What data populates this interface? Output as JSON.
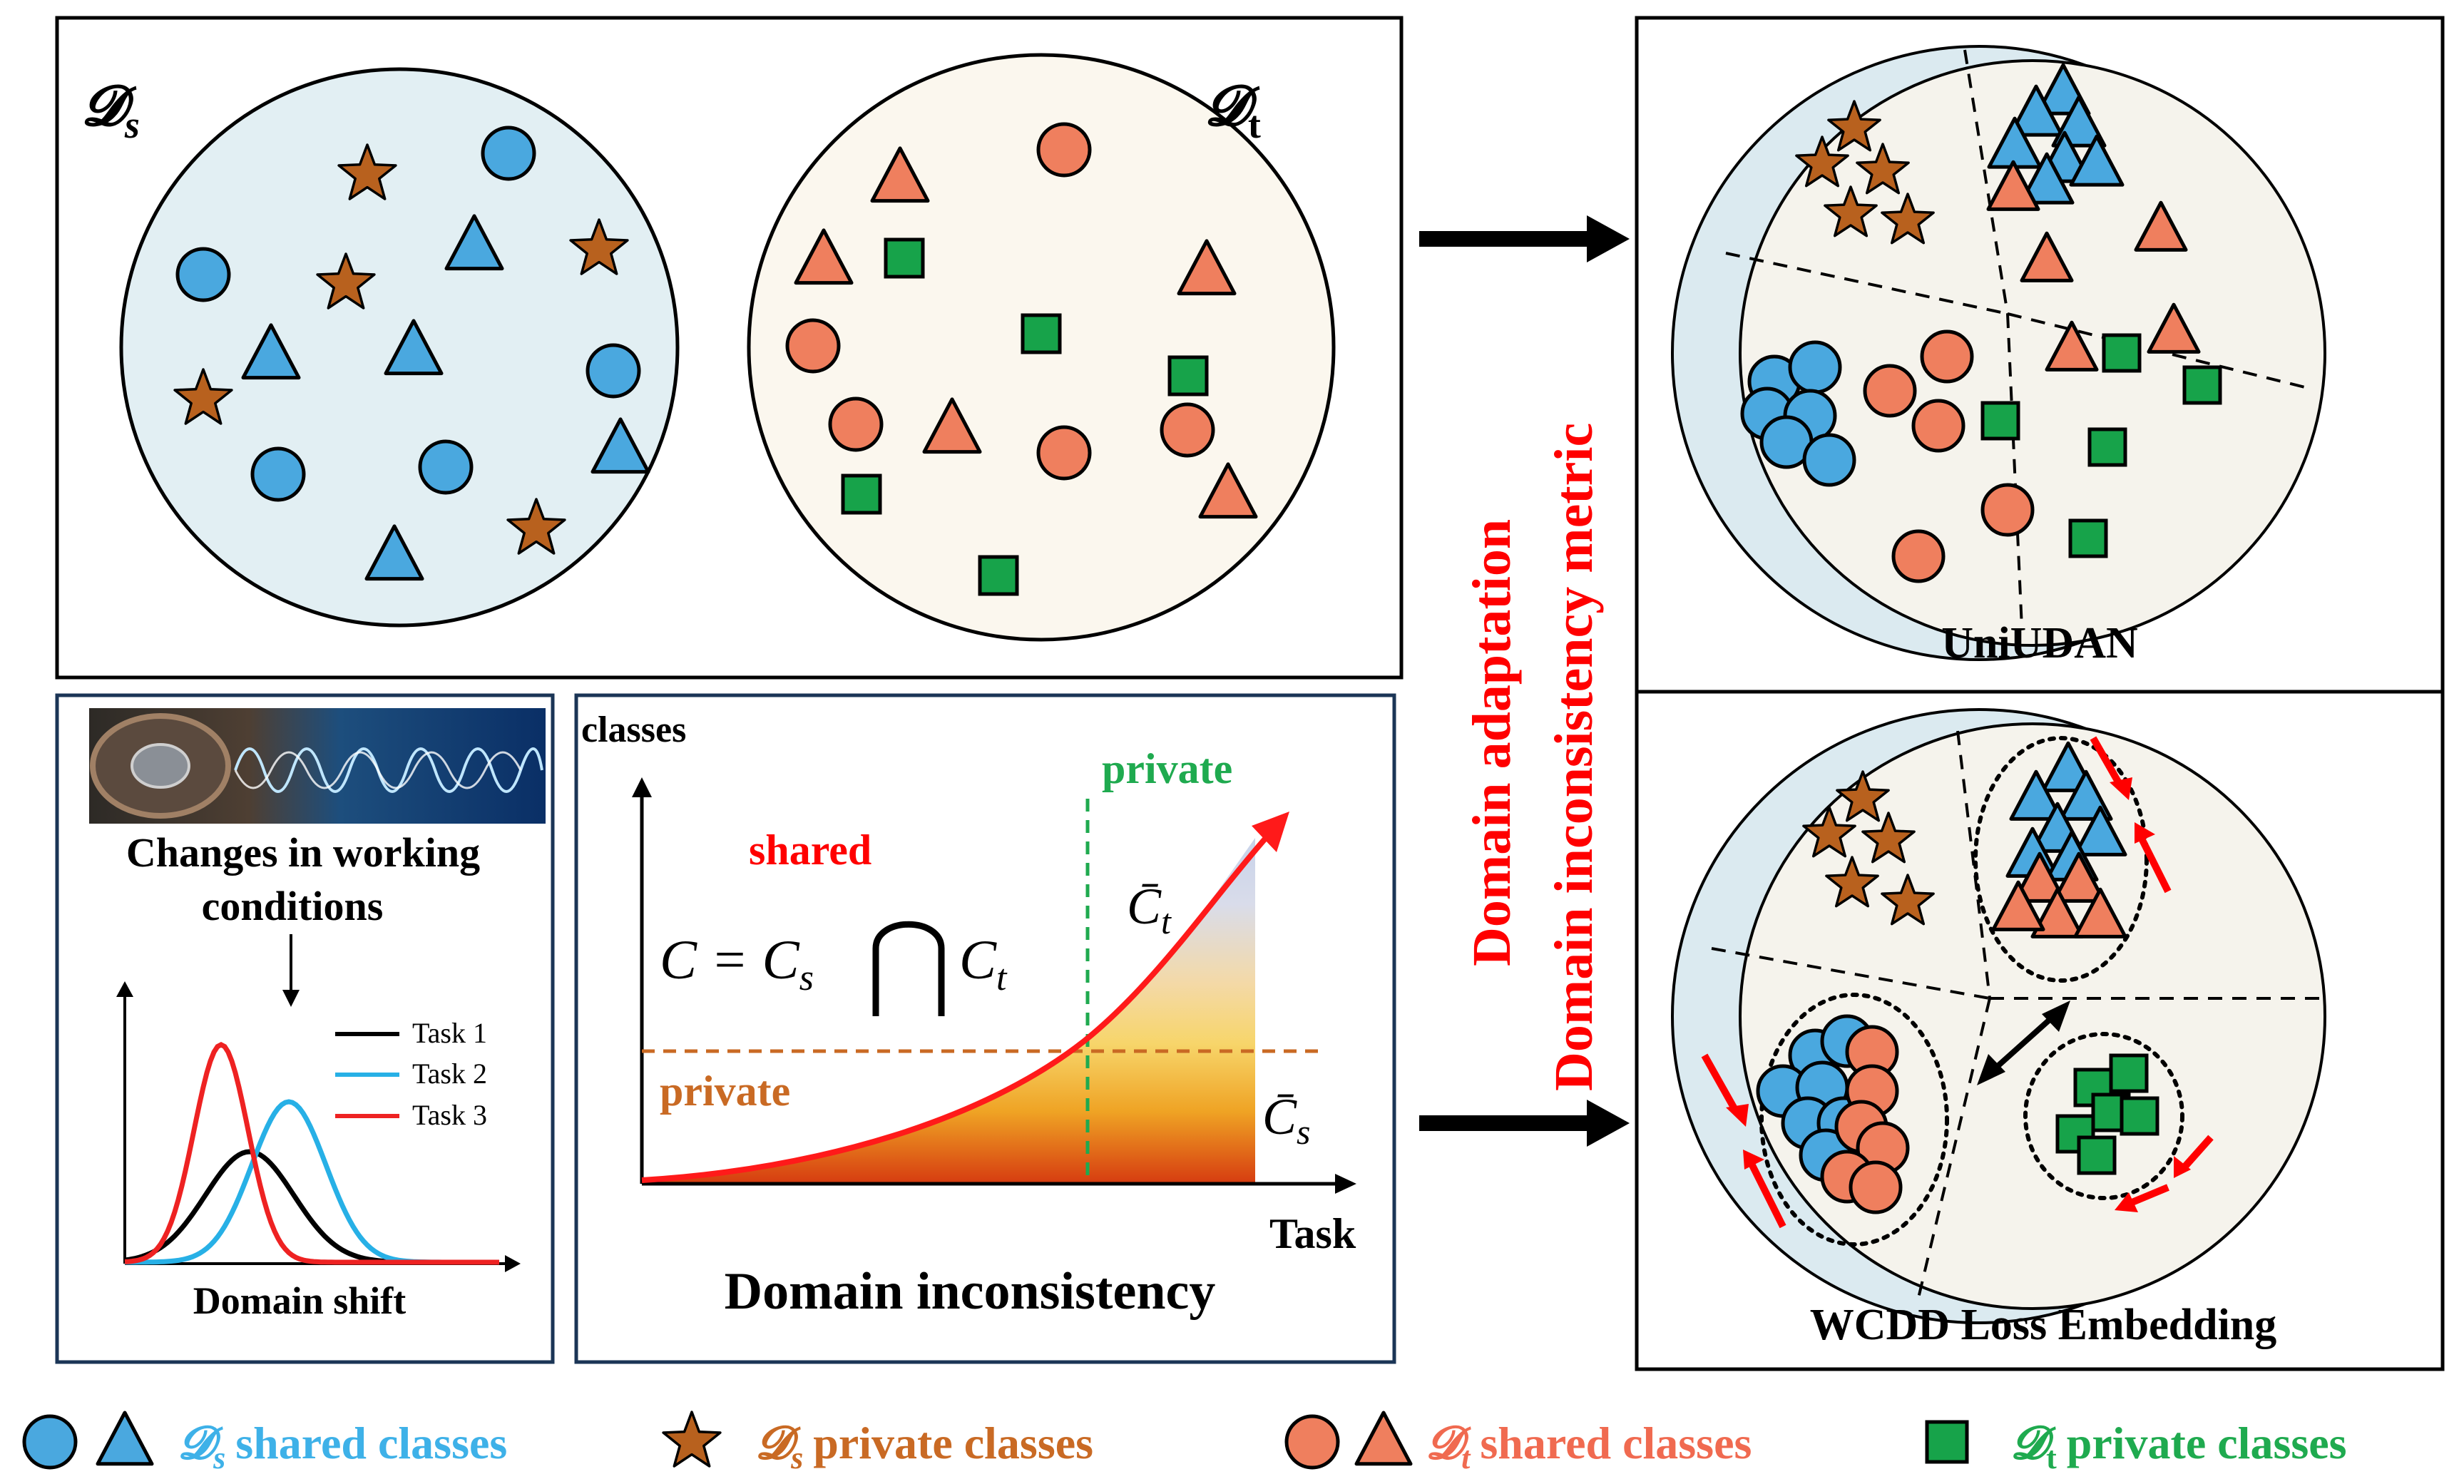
{
  "colors": {
    "blue": "#4aa8df",
    "orange": "#ef7f5e",
    "brown": "#b8611e",
    "green": "#17a34a",
    "red": "#ff0000",
    "dark_orange": "#cd6b1f",
    "ds_circle_fill": "#e2eff3",
    "dt_circle_fill": "#fbf7ee",
    "legend_blue": "#3eb1e8",
    "legend_orange": "#c96a24",
    "legend_salmon": "#f06a50",
    "legend_green": "#1faa4f",
    "panel_border_dark": "#1b3556"
  },
  "top_panel": {
    "ds_label_main": "𝓓",
    "ds_label_sub": "s",
    "dt_label_main": "𝓓",
    "dt_label_sub": "t"
  },
  "arrow_text": {
    "line1": "Domain adaptation",
    "line2": "Domain inconsistency metric"
  },
  "right_panels": {
    "top_title": "UniUDAN",
    "bottom_title": "WCDD Loss Embedding"
  },
  "left_panel": {
    "caption": "Changes in working conditions",
    "caption_line1": "Changes in working",
    "caption_line2": "conditions",
    "legend": [
      "Task 1",
      "Task 2",
      "Task 3"
    ],
    "xlabel": "Domain shift"
  },
  "middle_panel": {
    "ylabel": "classes",
    "xlabel": "Task",
    "shared": "shared",
    "private_top": "private",
    "private_left": "private",
    "formula": "C = C",
    "formula_sub_s": "s",
    "formula_cap": "⋂",
    "formula_c2": "C",
    "formula_sub_t": "t",
    "ct_bar": "C̄",
    "ct_sub": "t",
    "cs_bar": "C̄",
    "cs_sub": "s",
    "title": "Domain inconsistency"
  },
  "legend": {
    "item1_main": "𝓓",
    "item1_sub": "s",
    "item1_text": "shared classes",
    "item2_main": "𝓓",
    "item2_sub": "s",
    "item2_text": "private classes",
    "item3_main": "𝓓",
    "item3_sub": "t",
    "item3_text": "shared classes",
    "item4_main": "𝓓",
    "item4_sub": "t",
    "item4_text": "private classes"
  }
}
